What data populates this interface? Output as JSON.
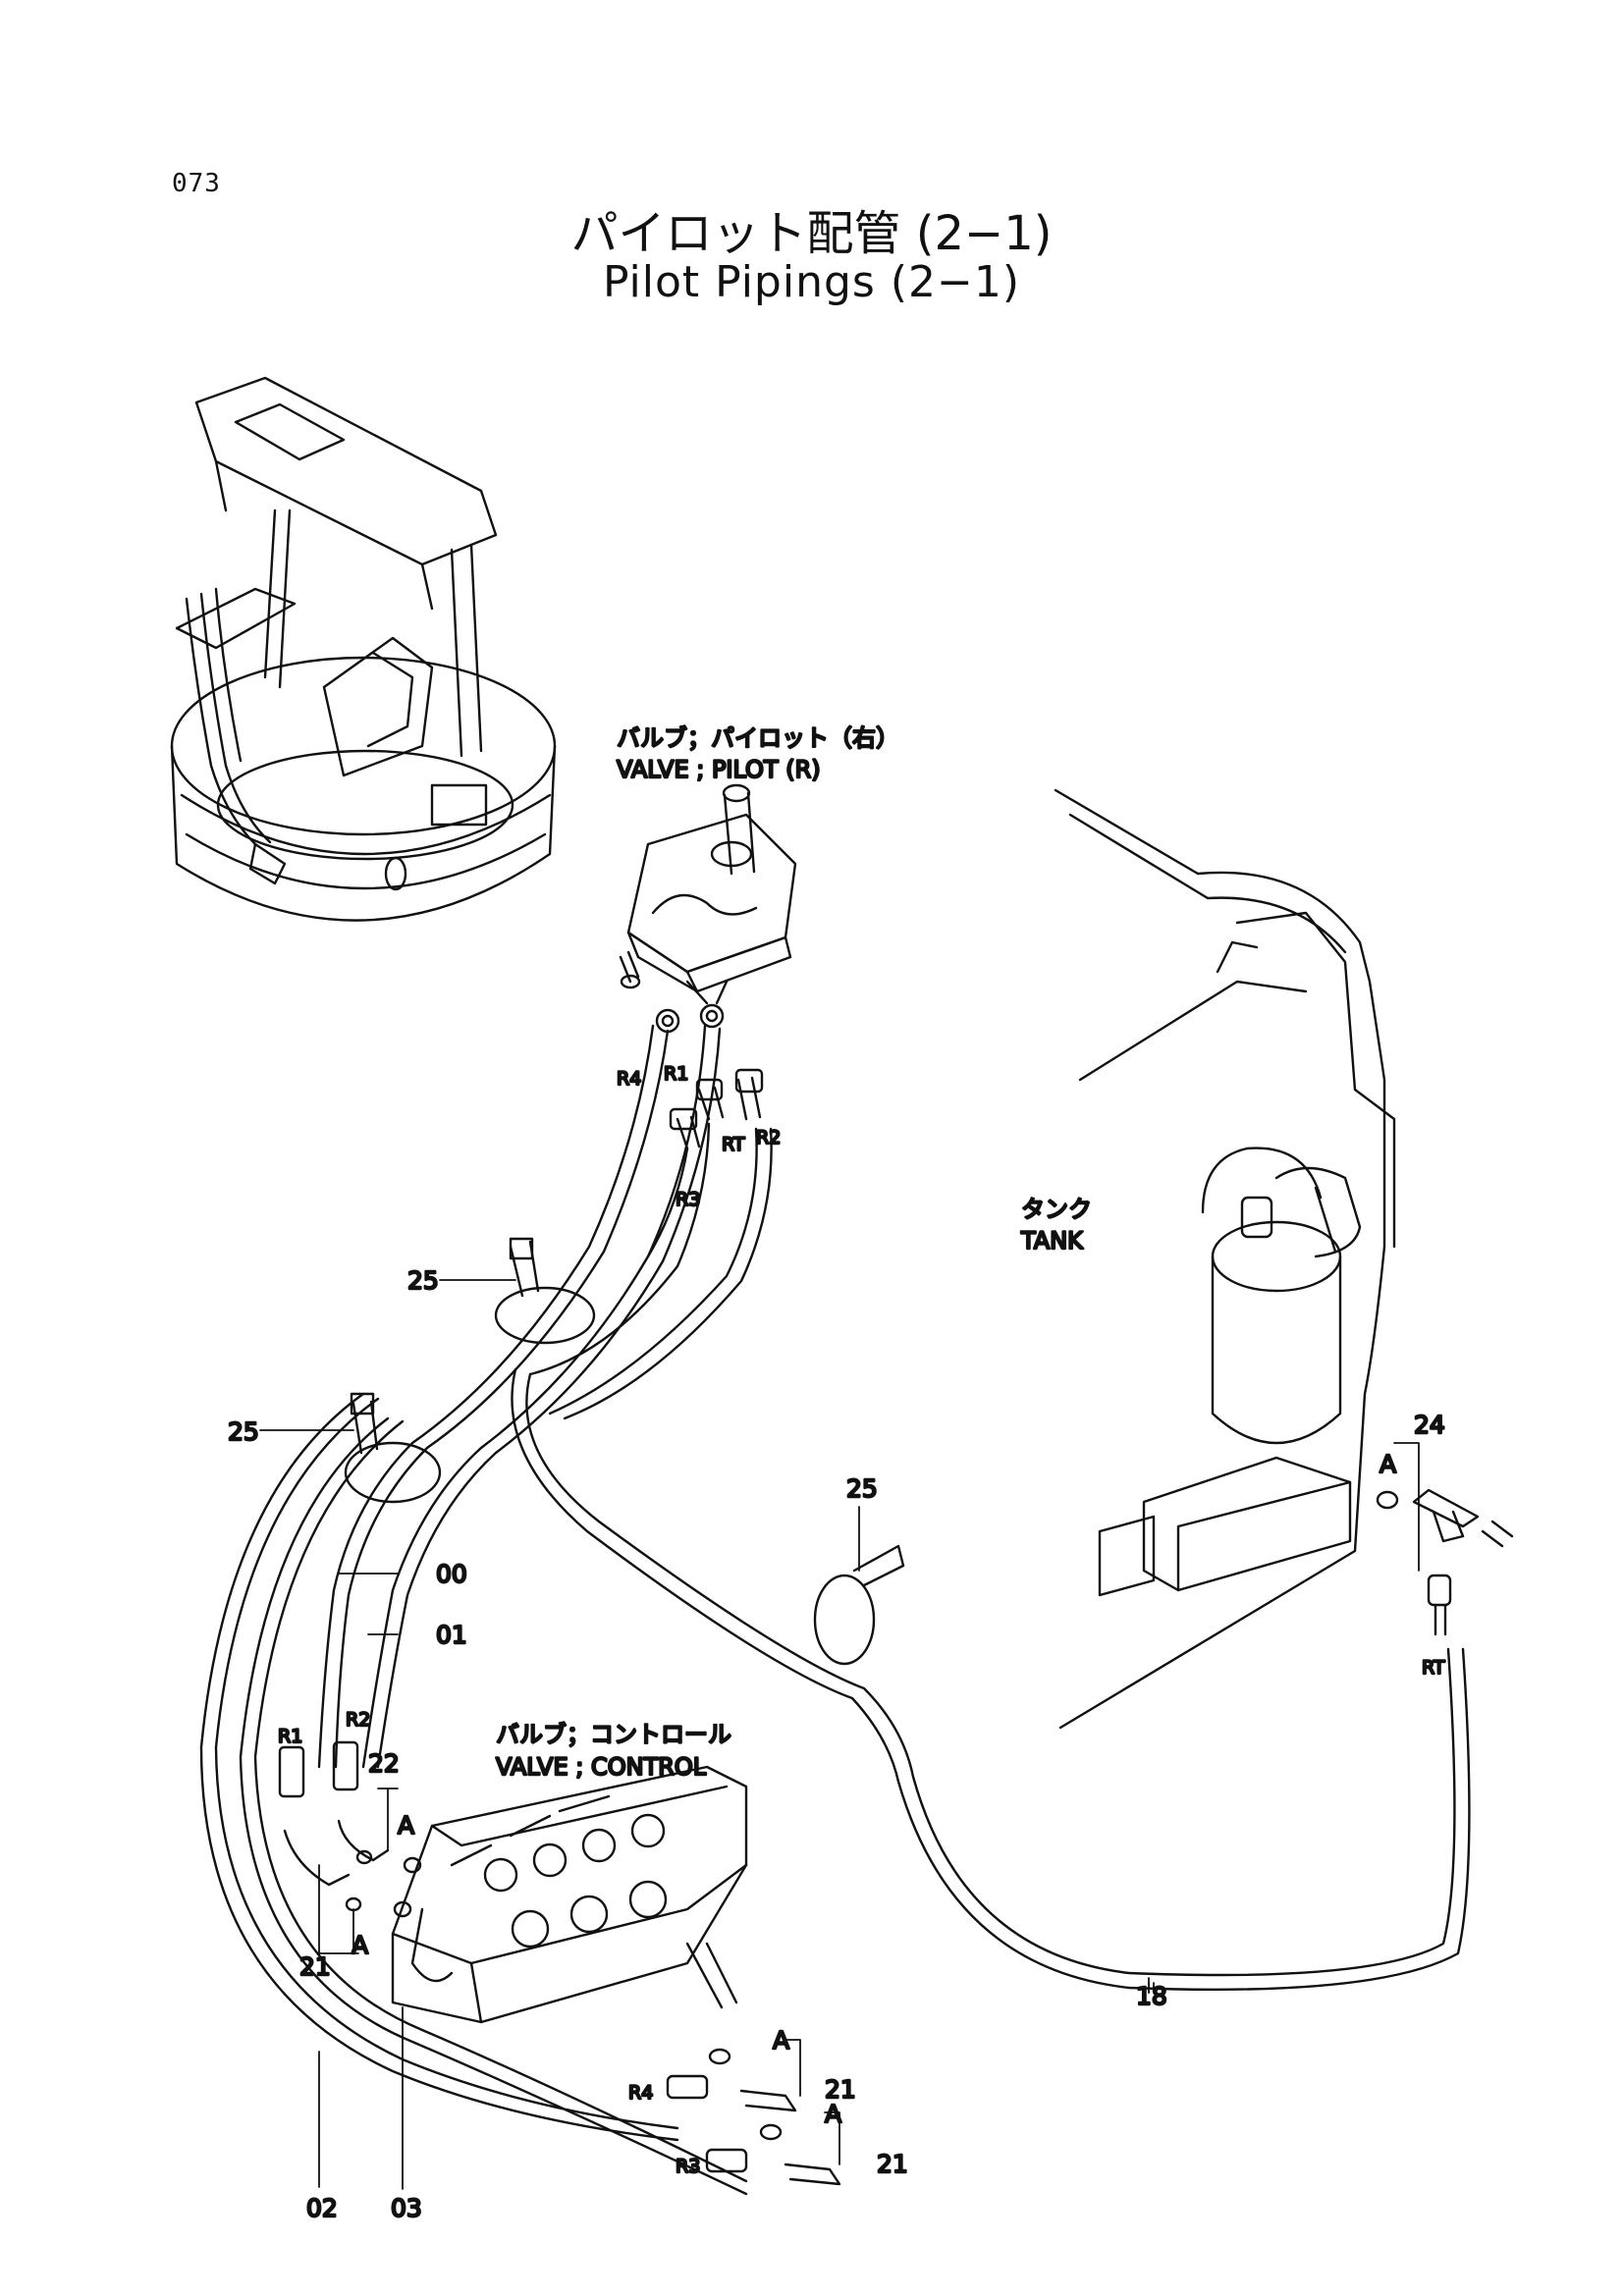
{
  "page_number": "073",
  "title_ja": "パイロット配管 (2−1)",
  "title_en": "Pilot Pipings (2−1)",
  "labels": {
    "valve_pilot_ja": "バルブ；パイロット（右）",
    "valve_pilot_en": "VALVE ; PILOT (R)",
    "tank_ja": "タンク",
    "tank_en": "TANK",
    "valve_control_ja": "バルブ；コントロール",
    "valve_control_en": "VALVE ; CONTROL"
  },
  "ports": {
    "r4_top": "R4",
    "r1_top": "R1",
    "rt_top": "RT",
    "r2_top": "R2",
    "r3_top": "R3",
    "r1_bottom": "R1",
    "r2_bottom": "R2",
    "r4_bottom": "R4",
    "r3_bottom": "R3",
    "rt_right": "RT"
  },
  "callouts": {
    "c25_a": "25",
    "c25_b": "25",
    "c25_c": "25",
    "c00": "00",
    "c01": "01",
    "c02": "02",
    "c03": "03",
    "c18": "18",
    "c21_a": "21",
    "c21_b": "21",
    "c21_c": "21",
    "c22": "22",
    "c24": "24",
    "a1": "A",
    "a2": "A",
    "a3": "A",
    "a4": "A",
    "a5": "A"
  },
  "colors": {
    "ink": "#111111",
    "paper": "#ffffff"
  }
}
